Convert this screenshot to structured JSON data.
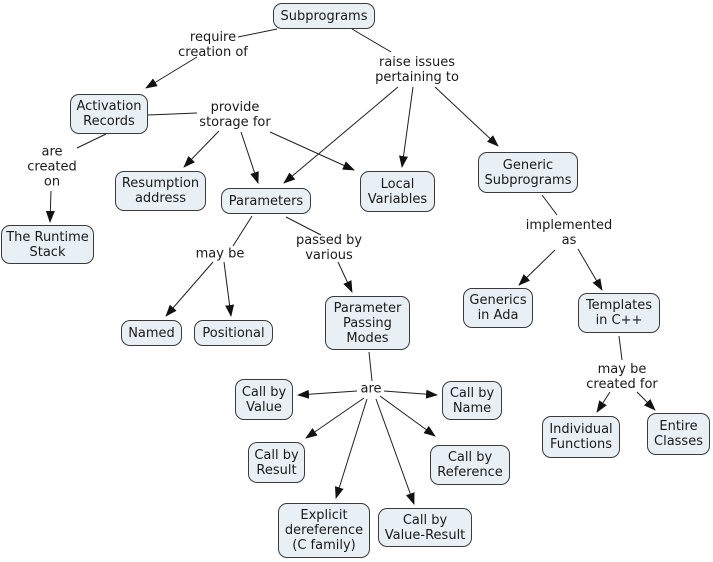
{
  "diagram": {
    "type": "concept-map",
    "topic": "Subprograms",
    "colors": {
      "background": "#ffffff",
      "node_fill": "#e9f0f5",
      "node_border": "#3a3a3a",
      "line": "#1f1f1f",
      "text": "#1a1a1a"
    },
    "nodes": {
      "subprograms": {
        "label": "Subprograms"
      },
      "activation_records": {
        "label": "Activation\nRecords"
      },
      "runtime_stack": {
        "label": "The Runtime\nStack"
      },
      "resumption_address": {
        "label": "Resumption\naddress"
      },
      "parameters": {
        "label": "Parameters"
      },
      "local_variables": {
        "label": "Local\nVariables"
      },
      "generic_subprograms": {
        "label": "Generic\nSubprograms"
      },
      "named": {
        "label": "Named"
      },
      "positional": {
        "label": "Positional"
      },
      "parameter_passing_modes": {
        "label": "Parameter\nPassing\nModes"
      },
      "generics_in_ada": {
        "label": "Generics\nin Ada"
      },
      "templates_in_cpp": {
        "label": "Templates\nin C++"
      },
      "call_by_value": {
        "label": "Call by\nValue"
      },
      "call_by_name": {
        "label": "Call by\nName"
      },
      "call_by_result": {
        "label": "Call by\nResult"
      },
      "call_by_reference": {
        "label": "Call by\nReference"
      },
      "explicit_dereference": {
        "label": "Explicit\ndereference\n(C family)"
      },
      "call_by_value_result": {
        "label": "Call by\nValue-Result"
      },
      "individual_functions": {
        "label": "Individual\nFunctions"
      },
      "entire_classes": {
        "label": "Entire\nClasses"
      }
    },
    "link_labels": {
      "require_creation_of": {
        "label": "require\ncreation of"
      },
      "raise_issues_pertaining_to": {
        "label": "raise issues\npertaining to"
      },
      "provide_storage_for": {
        "label": "provide\nstorage for"
      },
      "are_created_on": {
        "label": "are\ncreated\non"
      },
      "may_be": {
        "label": "may be"
      },
      "passed_by_various": {
        "label": "passed by\nvarious"
      },
      "implemented_as": {
        "label": "implemented\nas"
      },
      "are": {
        "label": "are"
      },
      "may_be_created_for": {
        "label": "may be\ncreated for"
      }
    },
    "edges": [
      {
        "from": "Subprograms",
        "label": "require creation of",
        "to": "Activation Records"
      },
      {
        "from": "Subprograms",
        "label": "raise issues pertaining to",
        "to": "Parameters"
      },
      {
        "from": "Subprograms",
        "label": "raise issues pertaining to",
        "to": "Local Variables"
      },
      {
        "from": "Subprograms",
        "label": "raise issues pertaining to",
        "to": "Generic Subprograms"
      },
      {
        "from": "Activation Records",
        "label": "provide storage for",
        "to": "Resumption address"
      },
      {
        "from": "Activation Records",
        "label": "provide storage for",
        "to": "Parameters"
      },
      {
        "from": "Activation Records",
        "label": "provide storage for",
        "to": "Local Variables"
      },
      {
        "from": "Activation Records",
        "label": "are created on",
        "to": "The Runtime Stack"
      },
      {
        "from": "Parameters",
        "label": "may be",
        "to": "Named"
      },
      {
        "from": "Parameters",
        "label": "may be",
        "to": "Positional"
      },
      {
        "from": "Parameters",
        "label": "passed by various",
        "to": "Parameter Passing Modes"
      },
      {
        "from": "Parameter Passing Modes",
        "label": "are",
        "to": "Call by Value"
      },
      {
        "from": "Parameter Passing Modes",
        "label": "are",
        "to": "Call by Name"
      },
      {
        "from": "Parameter Passing Modes",
        "label": "are",
        "to": "Call by Result"
      },
      {
        "from": "Parameter Passing Modes",
        "label": "are",
        "to": "Call by Reference"
      },
      {
        "from": "Parameter Passing Modes",
        "label": "are",
        "to": "Explicit dereference (C family)"
      },
      {
        "from": "Parameter Passing Modes",
        "label": "are",
        "to": "Call by Value-Result"
      },
      {
        "from": "Generic Subprograms",
        "label": "implemented as",
        "to": "Generics in Ada"
      },
      {
        "from": "Generic Subprograms",
        "label": "implemented as",
        "to": "Templates in C++"
      },
      {
        "from": "Templates in C++",
        "label": "may be created for",
        "to": "Individual Functions"
      },
      {
        "from": "Templates in C++",
        "label": "may be created for",
        "to": "Entire Classes"
      }
    ]
  }
}
